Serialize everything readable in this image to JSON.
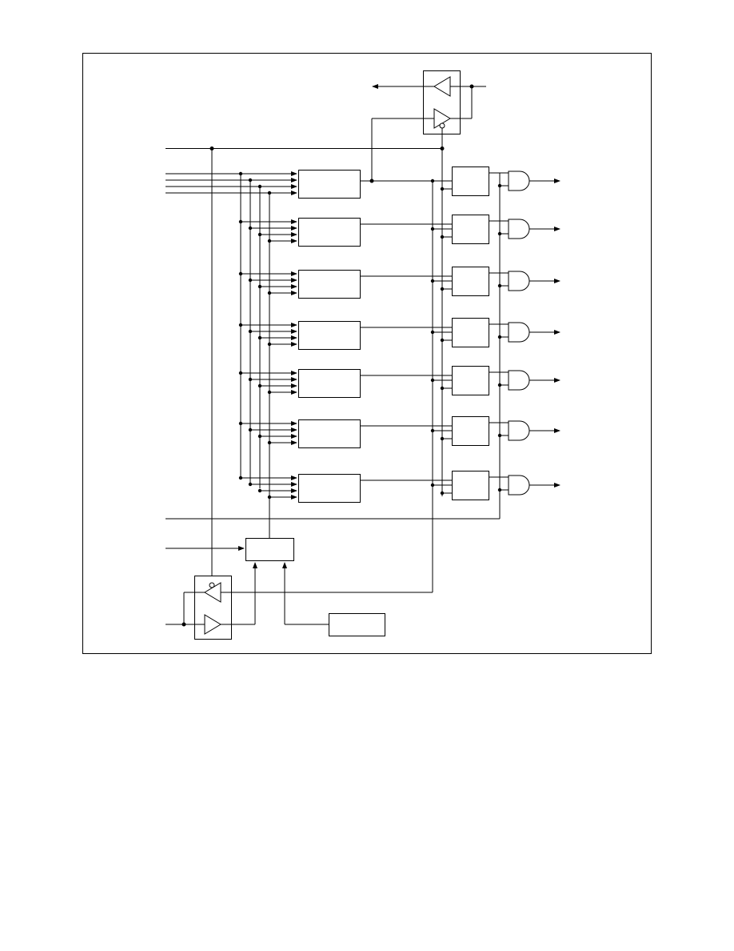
{
  "diagram": {
    "kind": "logic block diagram",
    "labels_visible": false,
    "rows": 7,
    "line_color": "#000000",
    "background": "#ffffff",
    "components": {
      "channel_blocks": 7,
      "latch_blocks": 7,
      "and_gates": 7,
      "output_arrows": 7,
      "io_buffers": 2,
      "controller_blocks": 2
    }
  }
}
